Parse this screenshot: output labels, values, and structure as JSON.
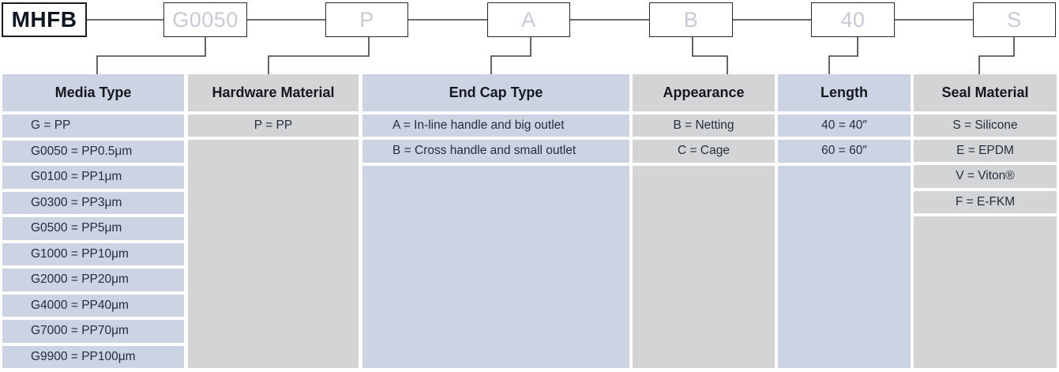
{
  "part_code": {
    "prefix": "MHFB",
    "segments": [
      "G0050",
      "P",
      "A",
      "B",
      "40",
      "S"
    ]
  },
  "columns": [
    {
      "header": "Media Type",
      "options": [
        "G = PP",
        "G0050 = PP0.5μm",
        "G0100 = PP1μm",
        "G0300 = PP3μm",
        "G0500 = PP5μm",
        "G1000 = PP10μm",
        "G2000 = PP20μm",
        "G4000 = PP40μm",
        "G7000 = PP70μm",
        "G9900 = PP100μm"
      ]
    },
    {
      "header": "Hardware Material",
      "options": [
        "P = PP"
      ]
    },
    {
      "header": "End Cap Type",
      "options": [
        "A = In-line handle and big outlet",
        "B = Cross handle and small outlet"
      ]
    },
    {
      "header": "Appearance",
      "options": [
        "B = Netting",
        "C = Cage"
      ]
    },
    {
      "header": "Length",
      "options": [
        "40 = 40″",
        "60 = 60″"
      ]
    },
    {
      "header": "Seal Material",
      "options": [
        "S = Silicone",
        "E = EPDM",
        "V = Viton®",
        "F = E-FKM"
      ]
    }
  ],
  "colors": {
    "option_band_lavender": "#ccd3e2",
    "option_band_gray": "#d3d4d5",
    "code_text_gray": "#c5cad3",
    "prefix_text": "#0e1622",
    "connector_line": "#3f3f3f"
  }
}
